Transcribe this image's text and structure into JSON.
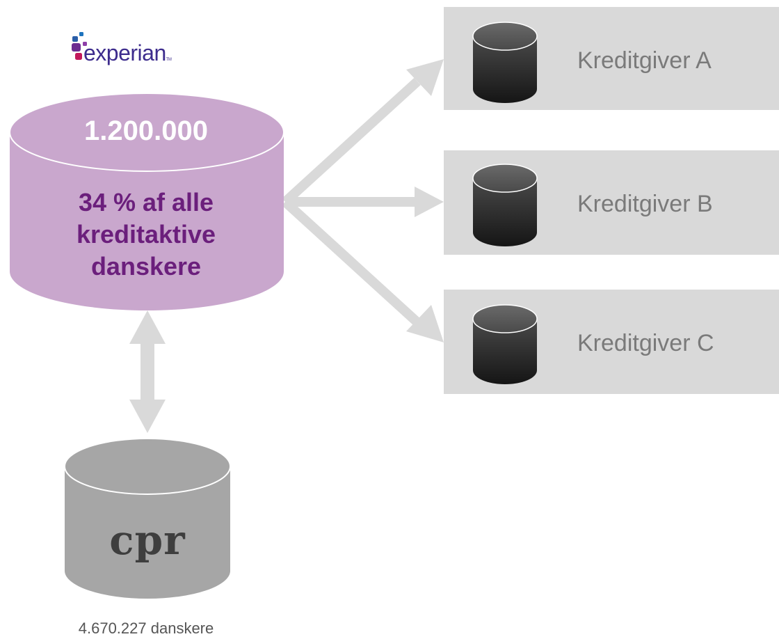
{
  "logo": {
    "text": "experian",
    "trademark": "TM"
  },
  "experian_db": {
    "count": "1.200.000",
    "description": "34 % af alle kreditaktive danskere"
  },
  "cpr_db": {
    "label": "cpr",
    "count_text": "4.670.227 danskere"
  },
  "creditors": [
    {
      "label": "Kreditgiver A"
    },
    {
      "label": "Kreditgiver B"
    },
    {
      "label": "Kreditgiver C"
    }
  ],
  "colors": {
    "experian_cylinder": "#c9a7cd",
    "experian_text": "#6b1f7c",
    "cpr_cylinder": "#a6a6a6",
    "creditor_box": "#d9d9d9",
    "arrow": "#d9d9d9",
    "creditor_cylinder": "#2b2b2b"
  }
}
